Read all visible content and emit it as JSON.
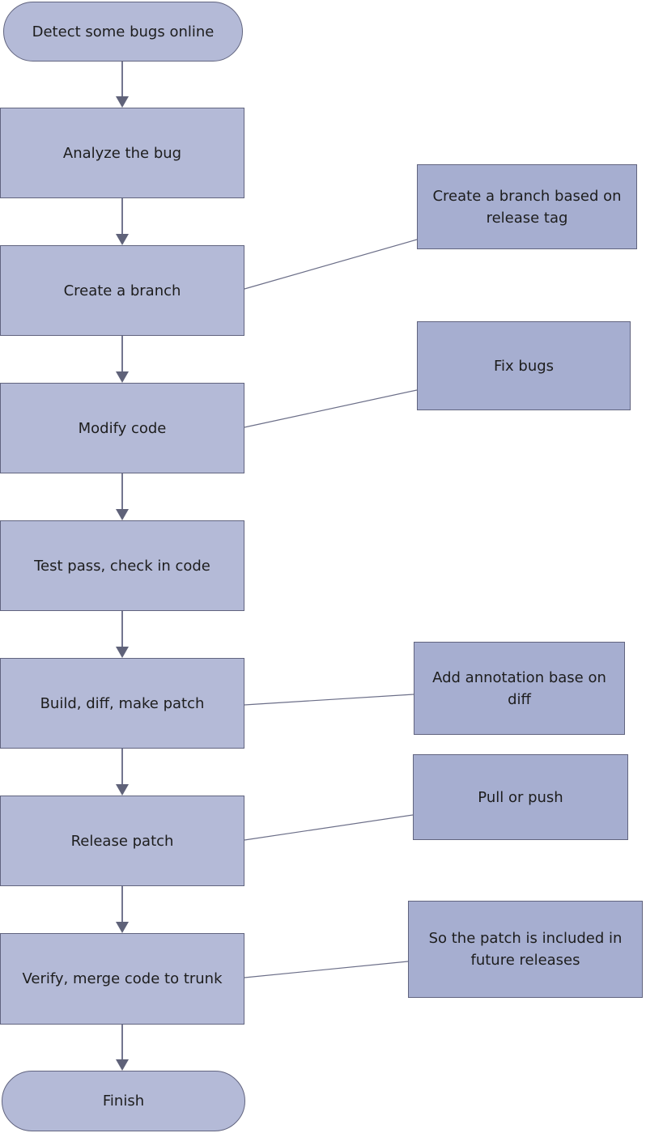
{
  "diagram": {
    "type": "flowchart",
    "background": "#ffffff",
    "colors": {
      "node_fill": "#b4bad7",
      "annotation_fill": "#a6aed0",
      "node_border": "#61647f",
      "arrow_line": "#73768f",
      "arrow_head": "#5f6279",
      "annotation_line": "#6b6e88",
      "text": "#1d1d1d"
    },
    "nodes": {
      "start": {
        "shape": "terminator",
        "label": "Detect some bugs online"
      },
      "analyze": {
        "shape": "process",
        "label": "Analyze the bug"
      },
      "create_branch": {
        "shape": "process",
        "label": "Create a branch"
      },
      "modify": {
        "shape": "process",
        "label": "Modify code"
      },
      "test": {
        "shape": "process",
        "label": "Test pass, check in code"
      },
      "build": {
        "shape": "process",
        "label": "Build, diff, make patch"
      },
      "release": {
        "shape": "process",
        "label": "Release patch"
      },
      "verify": {
        "shape": "process",
        "label": "Verify,  merge code to trunk"
      },
      "finish": {
        "shape": "terminator",
        "label": "Finish"
      }
    },
    "annotations": {
      "branch_note": {
        "label": "Create a branch based on release tag",
        "attached_to": "create_branch"
      },
      "fix_note": {
        "label": "Fix bugs",
        "attached_to": "modify"
      },
      "diff_note": {
        "label": "Add annotation base on diff",
        "attached_to": "build"
      },
      "push_note": {
        "label": "Pull or push",
        "attached_to": "release"
      },
      "merge_note": {
        "label": "So the patch is included in future releases",
        "attached_to": "verify"
      }
    },
    "edges": [
      {
        "from": "start",
        "to": "analyze"
      },
      {
        "from": "analyze",
        "to": "create_branch"
      },
      {
        "from": "create_branch",
        "to": "modify"
      },
      {
        "from": "modify",
        "to": "test"
      },
      {
        "from": "test",
        "to": "build"
      },
      {
        "from": "build",
        "to": "release"
      },
      {
        "from": "release",
        "to": "verify"
      },
      {
        "from": "verify",
        "to": "finish"
      }
    ]
  }
}
